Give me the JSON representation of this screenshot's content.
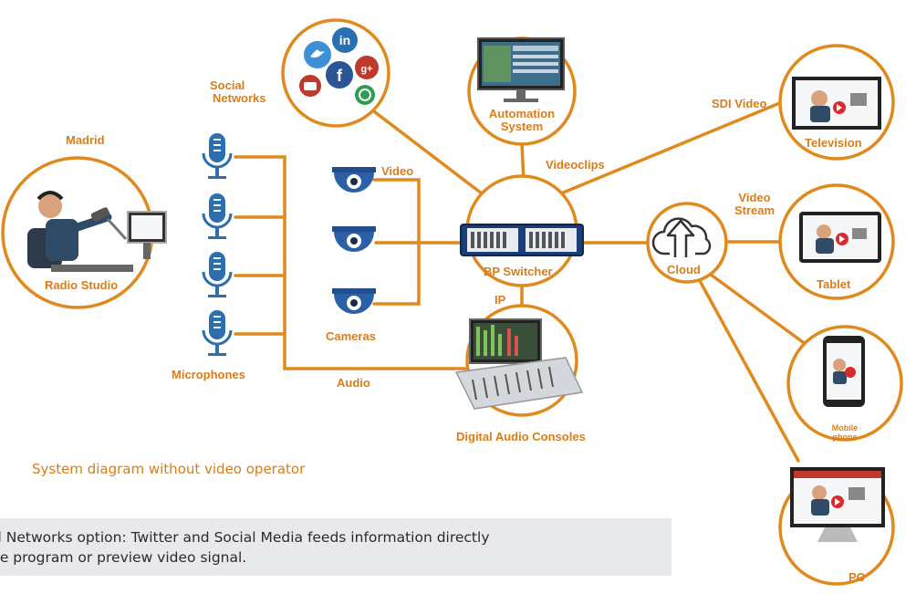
{
  "colors": {
    "accent": "#e08a1e",
    "icon_blue": "#2b6fb0",
    "note_bg": "#e8e9ec"
  },
  "nodes": {
    "radio_studio": "Radio Studio",
    "madrid": "Madrid",
    "social_networks": "Social\nNetworks",
    "automation": "Automation\nSystem",
    "television": "Television",
    "tablet": "Tablet",
    "mobile": "Mobile\nphone",
    "pc": "PC",
    "cloud": "Cloud",
    "bp_switcher": "BP Switcher",
    "cameras": "Cameras",
    "microphones": "Microphones",
    "digital_audio": "Digital Audio Consoles"
  },
  "edges": {
    "video": "Video",
    "videoclips": "Videoclips",
    "sdi_video": "SDI Video",
    "video_stream": "Video\nStream",
    "ip": "IP",
    "audio": "Audio"
  },
  "icons": {
    "social": [
      "twitter-icon",
      "linkedin-icon",
      "youtube-icon",
      "facebook-icon",
      "googleplus-icon",
      "whatsapp-icon"
    ],
    "microphone": "microphone-icon",
    "camera": "dome-camera-icon",
    "cloud": "cloud-upload-icon"
  },
  "caption": "System diagram without video operator",
  "note": {
    "line1": "al Networks option: Twitter and Social Media feeds information directly",
    "line2": "he program or preview video signal."
  }
}
